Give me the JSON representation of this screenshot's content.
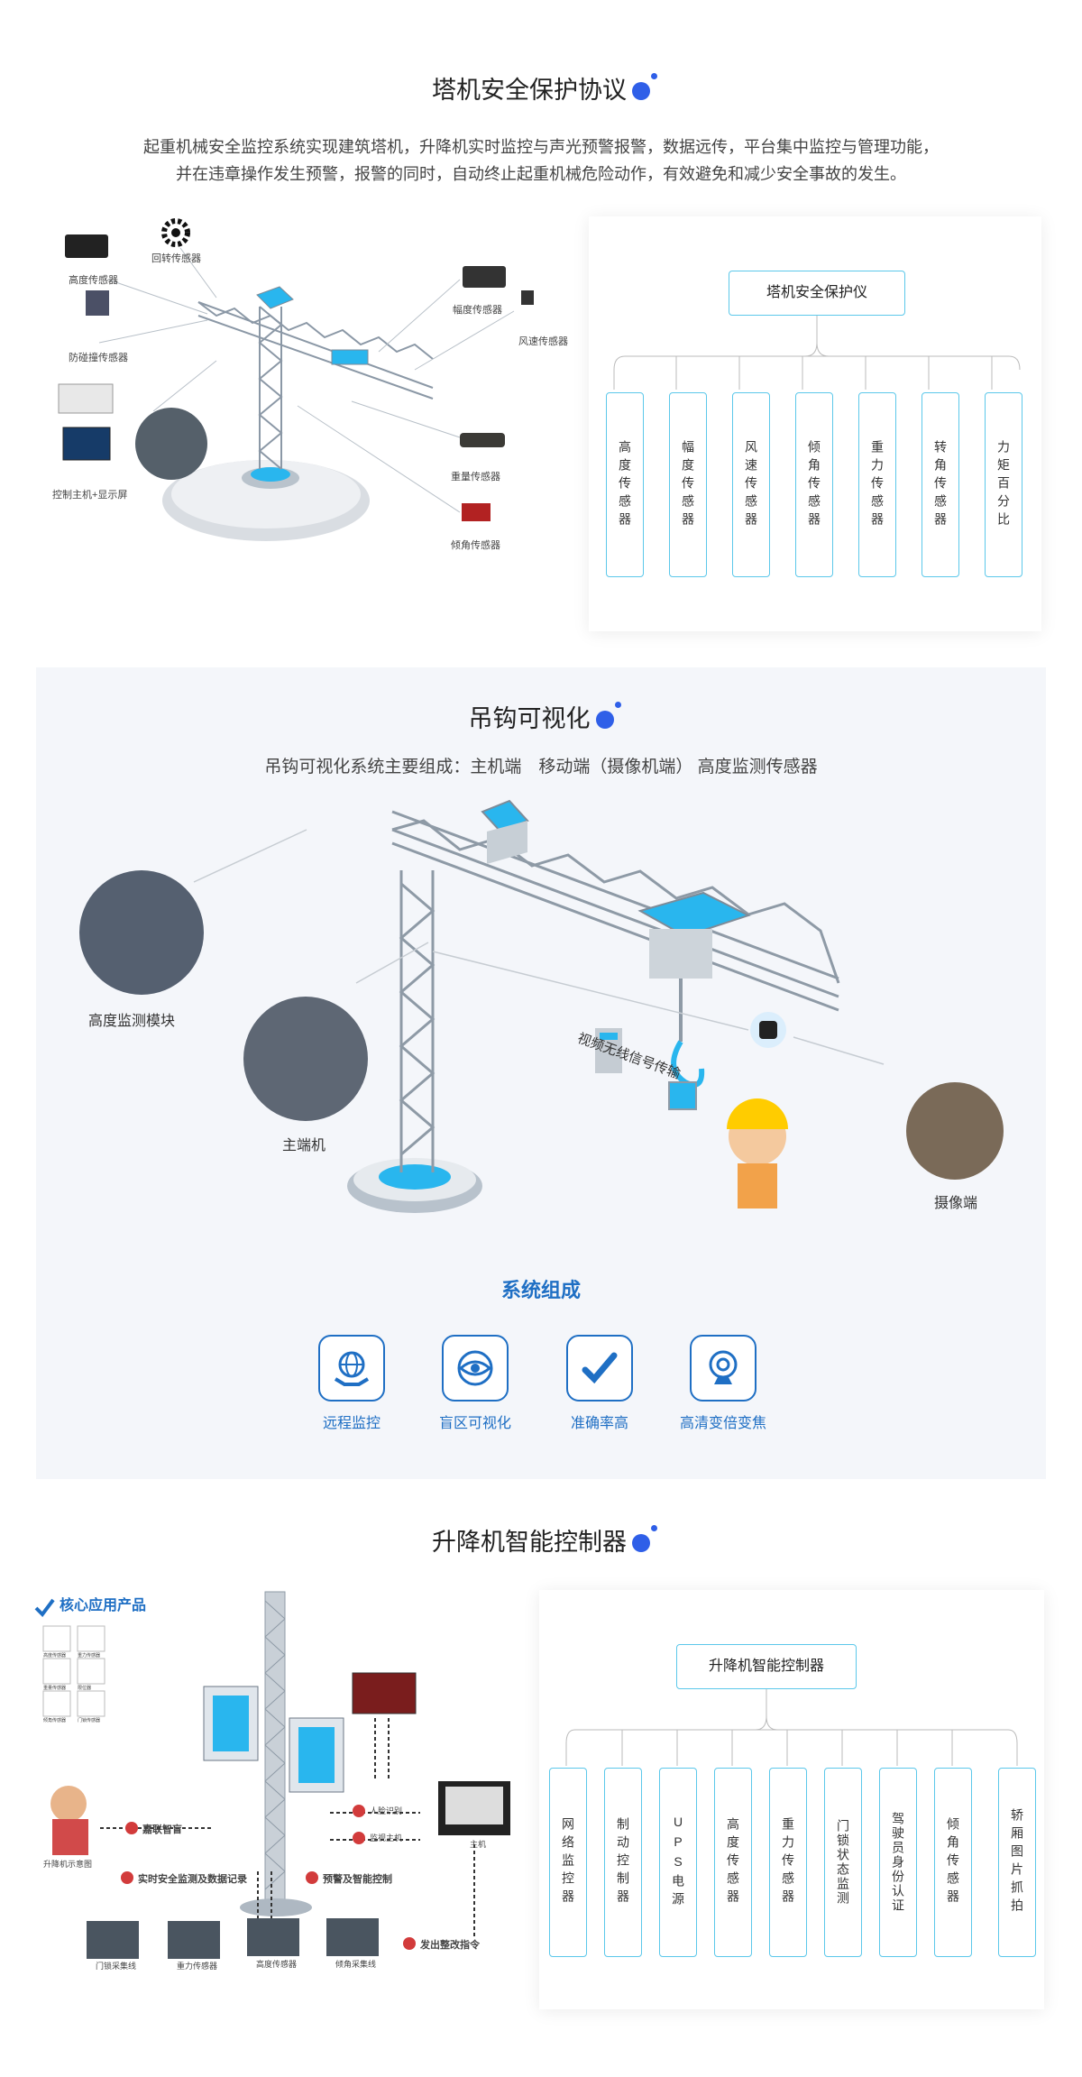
{
  "section1": {
    "title": "塔机安全保护协议",
    "intro_line1": "起重机械安全监控系统实现建筑塔机，升降机实时监控与声光预警报警，数据远传，平台集中监控与管理功能，",
    "intro_line2": "并在违章操作发生预警，报警的同时，自动终止起重机械危险动作，有效避免和减少安全事故的发生。",
    "labels": {
      "height_sensor": "高度传感器",
      "rotation_sensor": "回转传感器",
      "anti_collision": "防碰撞传感器",
      "amplitude_sensor": "幅度传感器",
      "wind_sensor": "风速传感器",
      "controller_display": "控制主机+显示屏",
      "weight_sensor": "重量传感器",
      "tilt_sensor": "倾角传感器"
    },
    "tree": {
      "root": "塔机安全保护仪",
      "leaves": [
        "高度传感器",
        "幅度传感器",
        "风速传感器",
        "倾角传感器",
        "重力传感器",
        "转角传感器",
        "力矩百分比"
      ]
    }
  },
  "section2": {
    "title": "吊钩可视化",
    "subtitle": "吊钩可视化系统主要组成：主机端　移动端（摄像机端）  高度监测传感器",
    "labels": {
      "height_module": "高度监测模块",
      "host": "主端机",
      "camera": "摄像端",
      "wireless": "视频无线信号传输"
    },
    "system_title": "系统组成",
    "features": [
      {
        "label": "远程监控",
        "icon": "globe-hands-icon"
      },
      {
        "label": "盲区可视化",
        "icon": "eye-icon"
      },
      {
        "label": "准确率高",
        "icon": "checkmark-icon"
      },
      {
        "label": "高清变倍变焦",
        "icon": "webcam-icon"
      }
    ]
  },
  "section3": {
    "title": "升降机智能控制器",
    "core_products": "核心应用产品",
    "diagram_labels": {
      "step1": "嘉联智盲",
      "step2": "实时安全监测及数据记录",
      "step3": "发出整改指令",
      "step4": "预警及智能控制",
      "face_recog": "人脸识别",
      "monitor_host": "监视主机",
      "host": "主机",
      "elevator_diagram": "升降机示意图",
      "door_lock": "门锁采集线",
      "weight_sensor": "重力传感器",
      "height_sensor": "高度传感器",
      "tilt_sensor": "倾角采集线",
      "p1": "高度传感器",
      "p2": "重力传感器",
      "p3": "重量传感器",
      "p4": "限位器",
      "p5": "倾角传感器",
      "p6": "门锁传感器"
    },
    "tree": {
      "root": "升降机智能控制器",
      "leaves": [
        "网络监控器",
        "制动控制器",
        "UPS电源",
        "高度传感器",
        "重力传感器",
        "门锁状态监测",
        "驾驶员身份认证",
        "倾角传感器",
        "轿厢图片抓拍"
      ]
    }
  }
}
